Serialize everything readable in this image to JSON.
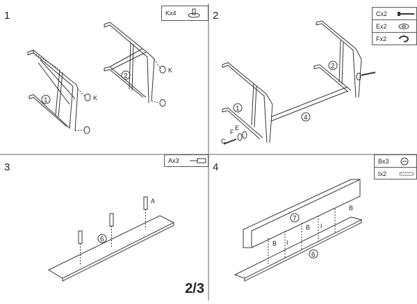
{
  "sheet": {
    "page_indicator": "2/3"
  },
  "steps": [
    {
      "number": "1",
      "parts": [
        {
          "code": "Kx4",
          "icon": "foot-cap-icon"
        }
      ],
      "callouts": {
        "frame": "1",
        "frame2": "2",
        "cap_label": "K"
      }
    },
    {
      "number": "2",
      "parts": [
        {
          "code": "Cx2",
          "icon": "bolt-icon"
        },
        {
          "code": "Ex2",
          "icon": "washer-icon"
        },
        {
          "code": "Fx2",
          "icon": "spring-washer-icon"
        }
      ],
      "callouts": {
        "frame1": "1",
        "frame2": "2",
        "bar": "4",
        "c": "C",
        "e": "E",
        "f": "F"
      }
    },
    {
      "number": "3",
      "parts": [
        {
          "code": "Ax3",
          "icon": "cam-bolt-icon"
        }
      ],
      "callouts": {
        "board": "6",
        "a": "A"
      }
    },
    {
      "number": "4",
      "parts": [
        {
          "code": "Bx3",
          "icon": "cam-lock-icon"
        },
        {
          "code": "Ix2",
          "icon": "dowel-icon"
        }
      ],
      "callouts": {
        "board_top": "7",
        "board_bottom": "6",
        "b": "B",
        "i": "I"
      }
    }
  ]
}
